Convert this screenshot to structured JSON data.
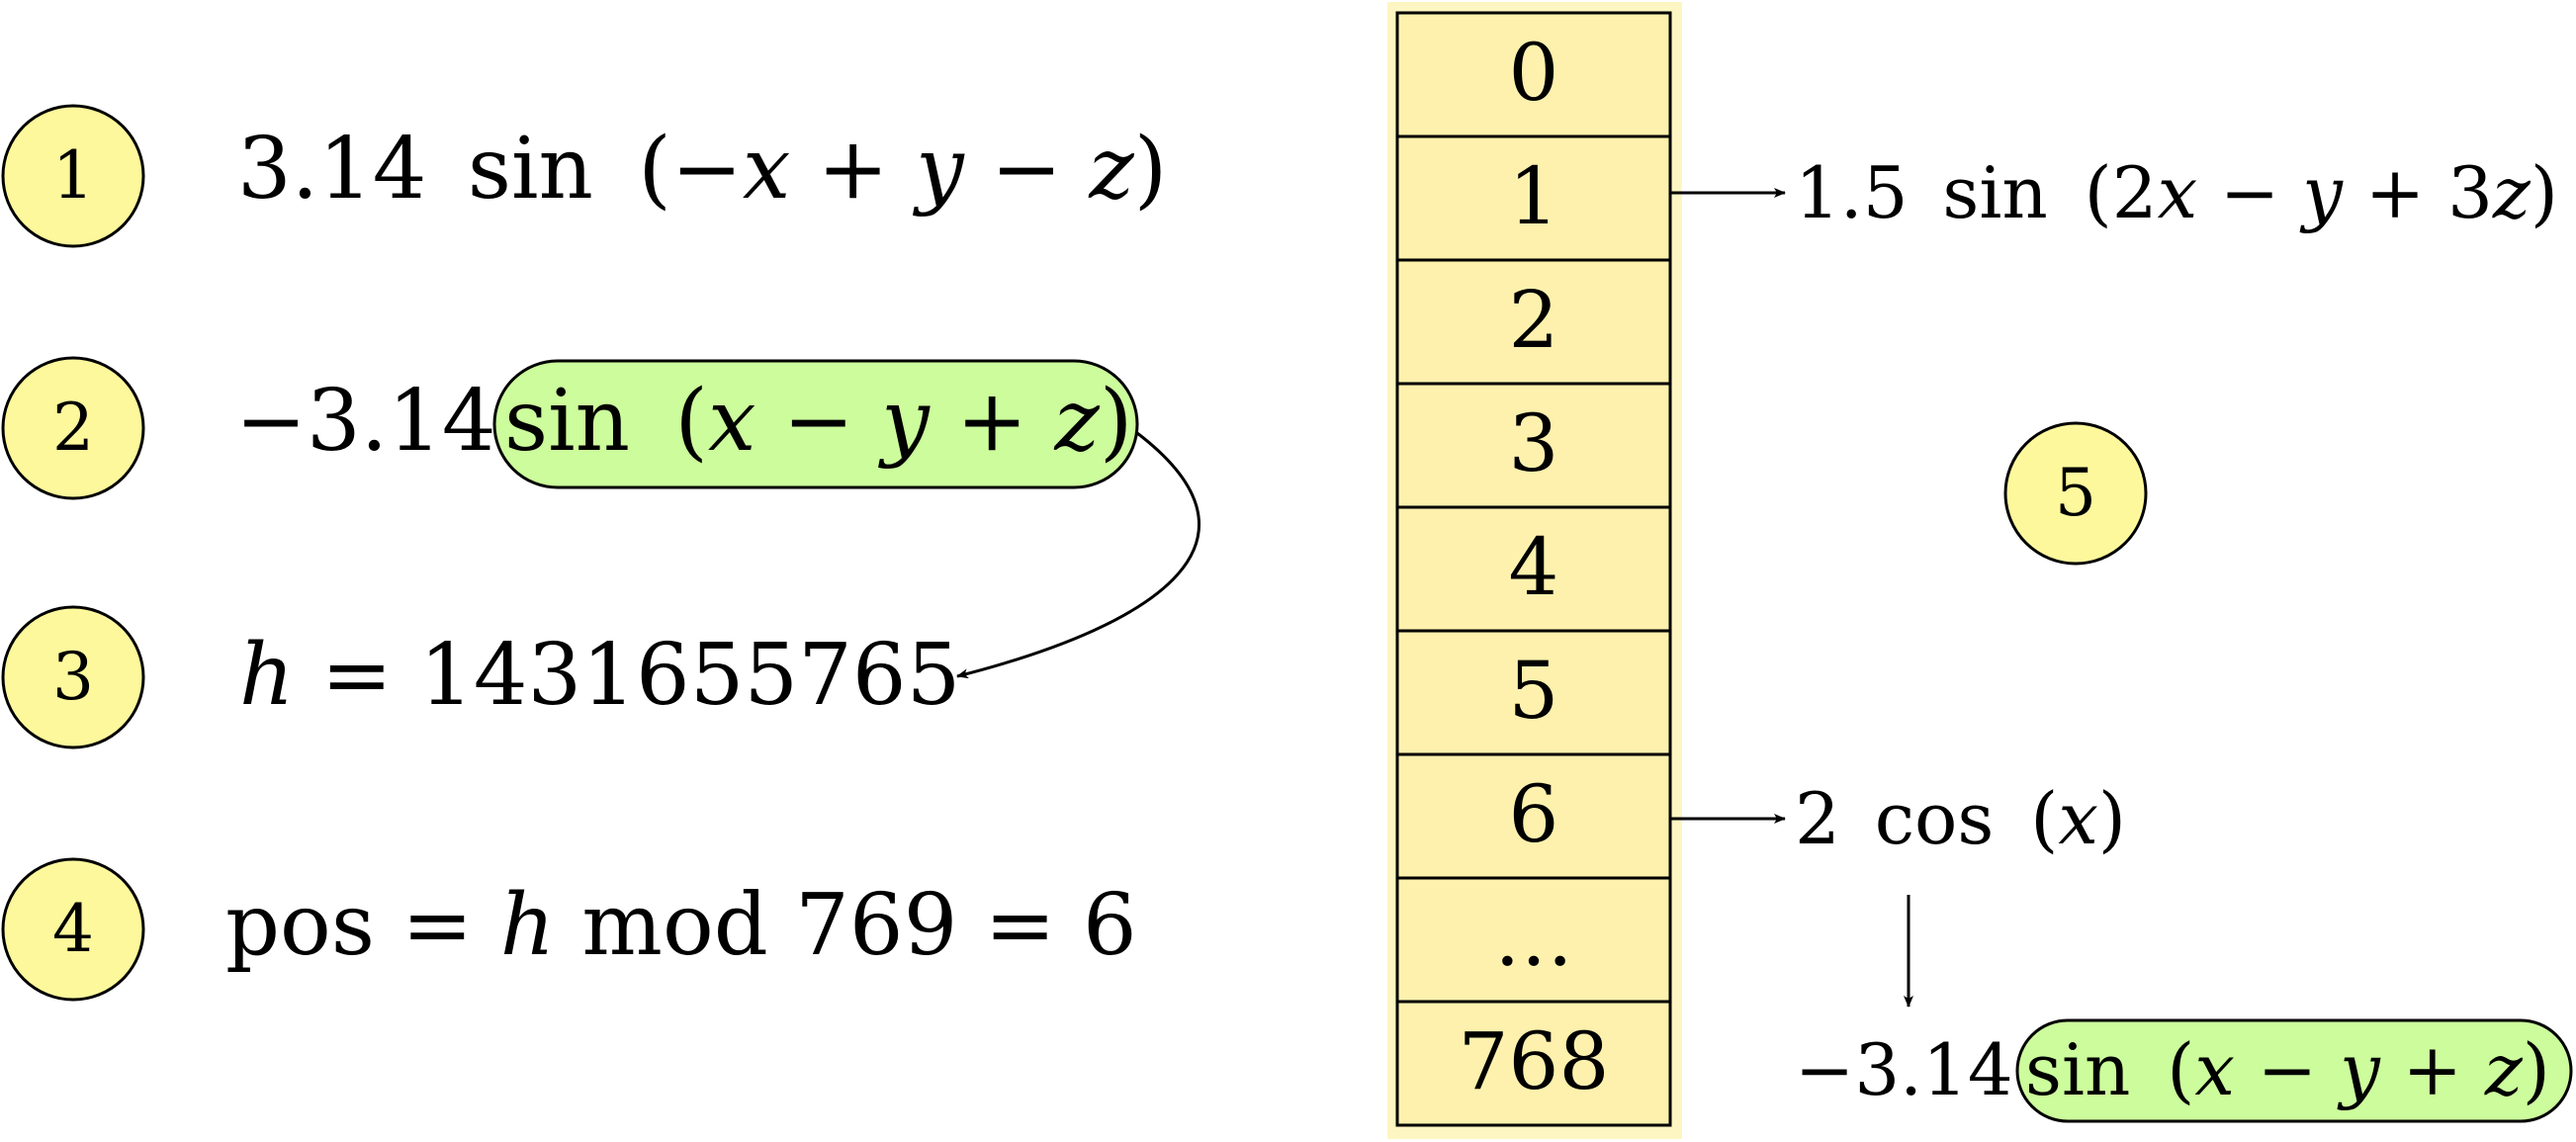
{
  "colors": {
    "step_circle_fill": "#fdf89c",
    "table_fill": "#fdf1ad",
    "table_halo": "#fdf6c2",
    "highlight_fill": "#ccfc9c",
    "stroke": "#000000"
  },
  "steps": [
    {
      "number": "1",
      "expression": {
        "coefficient": "3.14",
        "function": "sin",
        "argument": [
          {
            "t": "(",
            "k": "op"
          },
          {
            "t": "−",
            "k": "op"
          },
          {
            "t": "x",
            "k": "var"
          },
          {
            "t": " + ",
            "k": "op"
          },
          {
            "t": "y",
            "k": "var"
          },
          {
            "t": " − ",
            "k": "op"
          },
          {
            "t": "z",
            "k": "var"
          },
          {
            "t": ")",
            "k": "op"
          }
        ]
      }
    },
    {
      "number": "2",
      "expression": {
        "coefficient": "−3.14",
        "function": "sin",
        "argument": [
          {
            "t": "(",
            "k": "op"
          },
          {
            "t": "x",
            "k": "var"
          },
          {
            "t": " − ",
            "k": "op"
          },
          {
            "t": "y",
            "k": "var"
          },
          {
            "t": " + ",
            "k": "op"
          },
          {
            "t": "z",
            "k": "var"
          },
          {
            "t": ")",
            "k": "op"
          }
        ]
      }
    },
    {
      "number": "3",
      "expression": [
        {
          "t": "h",
          "k": "var"
        },
        {
          "t": " = 1431655765",
          "k": "op"
        }
      ]
    },
    {
      "number": "4",
      "expression": [
        {
          "t": "pos = ",
          "k": "op"
        },
        {
          "t": "h",
          "k": "var"
        },
        {
          "t": " mod 769 = 6",
          "k": "op"
        }
      ]
    }
  ],
  "table": {
    "cells": [
      "0",
      "1",
      "2",
      "3",
      "4",
      "5",
      "6",
      "…",
      "768"
    ]
  },
  "step5": {
    "number": "5",
    "entries": [
      {
        "row": "1",
        "coefficient": "1.5",
        "function": "sin",
        "argument": [
          {
            "t": "(2",
            "k": "op"
          },
          {
            "t": "x",
            "k": "var"
          },
          {
            "t": " − ",
            "k": "op"
          },
          {
            "t": "y",
            "k": "var"
          },
          {
            "t": " + 3",
            "k": "op"
          },
          {
            "t": "z",
            "k": "var"
          },
          {
            "t": ")",
            "k": "op"
          }
        ]
      },
      {
        "row": "6",
        "coefficient": "2",
        "function": "cos",
        "argument": [
          {
            "t": "(",
            "k": "op"
          },
          {
            "t": "x",
            "k": "var"
          },
          {
            "t": ")",
            "k": "op"
          }
        ]
      }
    ],
    "result": {
      "coefficient": "−3.14",
      "function": "sin",
      "argument": [
        {
          "t": "(",
          "k": "op"
        },
        {
          "t": "x",
          "k": "var"
        },
        {
          "t": " − ",
          "k": "op"
        },
        {
          "t": "y",
          "k": "var"
        },
        {
          "t": " + ",
          "k": "op"
        },
        {
          "t": "z",
          "k": "var"
        },
        {
          "t": ")",
          "k": "op"
        }
      ]
    }
  }
}
